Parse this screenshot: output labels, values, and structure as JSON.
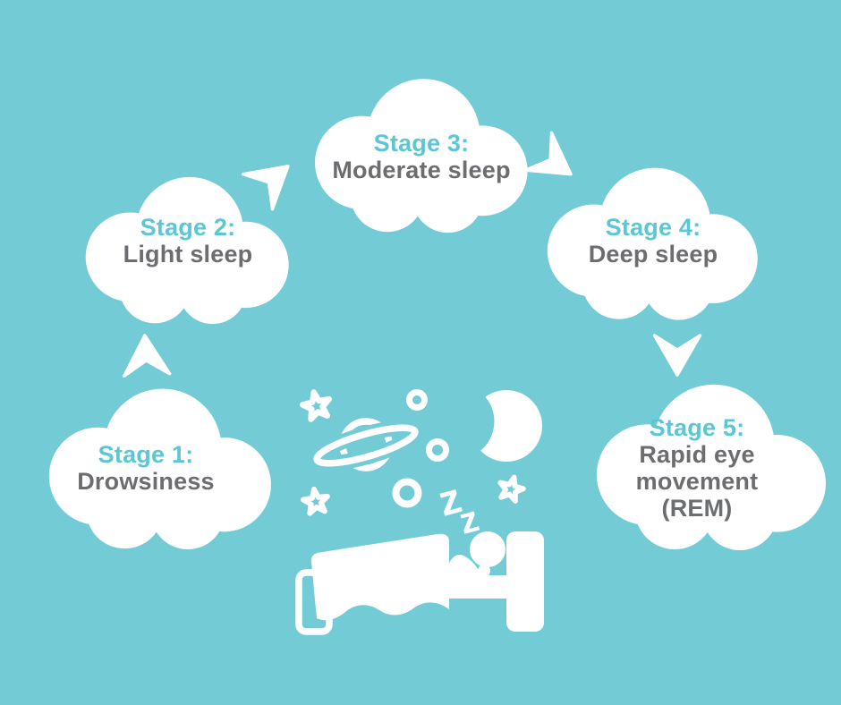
{
  "diagram": {
    "type": "cycle",
    "subject": "sleep stages",
    "colors": {
      "background": "#73CCD5",
      "cloud": "#FFFFFF",
      "stage_label": "#5CC6D2",
      "stage_name": "#6C6D70",
      "illustration": "#FFFFFF"
    }
  },
  "stages": [
    {
      "label": "Stage 1:",
      "name": "Drowsiness"
    },
    {
      "label": "Stage 2:",
      "name": "Light sleep"
    },
    {
      "label": "Stage 3:",
      "name": "Moderate sleep"
    },
    {
      "label": "Stage 4:",
      "name": "Deep sleep"
    },
    {
      "label": "Stage 5:",
      "name": "Rapid eye movement (REM)"
    }
  ],
  "flow": [
    {
      "from": "Stage 1",
      "to": "Stage 2",
      "direction": "up"
    },
    {
      "from": "Stage 2",
      "to": "Stage 3",
      "direction": "up-right"
    },
    {
      "from": "Stage 3",
      "to": "Stage 4",
      "direction": "down-right"
    },
    {
      "from": "Stage 4",
      "to": "Stage 5",
      "direction": "down"
    }
  ],
  "illustration": {
    "zzz": [
      "z",
      "z"
    ],
    "icons": [
      "star-icon",
      "ring-icon",
      "crescent-moon-icon",
      "planet-saturn-icon",
      "sleeping-person-in-bed-icon"
    ]
  }
}
